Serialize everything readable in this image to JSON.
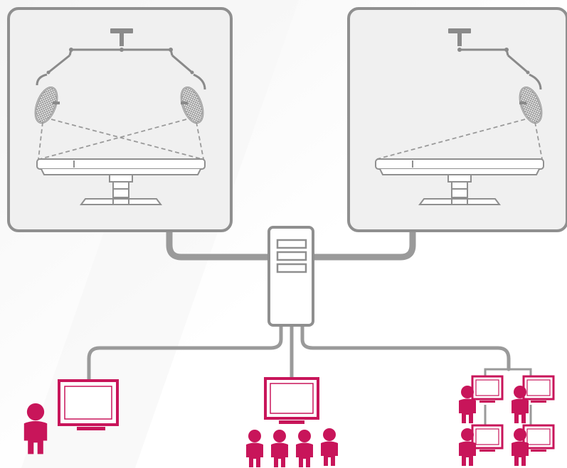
{
  "colors": {
    "frame": "#8f8f8f",
    "panel_fill": "#f0f0f0",
    "line": "#9a9a9a",
    "accent": "#c8155a",
    "background": "#ffffff"
  },
  "diagram": {
    "rooms": [
      {
        "name": "operating-room-left",
        "lights": 2
      },
      {
        "name": "operating-room-right",
        "lights": 1
      }
    ],
    "server": {
      "drive_slots": 3
    },
    "endpoints": [
      {
        "name": "single-viewer",
        "viewers": 1,
        "monitors": 1
      },
      {
        "name": "group-viewers",
        "viewers": 4,
        "monitors": 1
      },
      {
        "name": "networked-workstations",
        "viewers": 4,
        "monitors": 4
      }
    ]
  }
}
